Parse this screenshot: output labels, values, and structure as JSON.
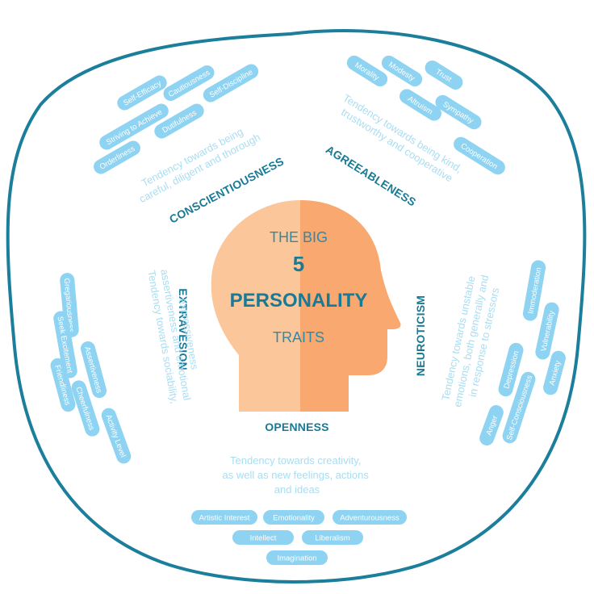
{
  "center": {
    "line1": "THE BIG",
    "line2": "5",
    "line3": "PERSONALITY",
    "line4": "TRAITS"
  },
  "colors": {
    "outline": "#1b7f9c",
    "title": "#187a96",
    "description": "#a9ddf2",
    "pill": "#8fd3f2",
    "head_light": "#fbc699",
    "head_dark": "#f9a86f"
  },
  "traits": {
    "conscientiousness": {
      "title": "CONSCIENTIOUSNESS",
      "description": [
        "Tendency towards being",
        "careful, diligent and thorough"
      ],
      "facets": [
        "Self-Efficacy",
        "Cautiousness",
        "Self-Discipline",
        "Striving to Achieve",
        "Dutifulness",
        "Orderliness"
      ]
    },
    "agreeableness": {
      "title": "AGREEABLENESS",
      "description": [
        "Tendency towards being kind,",
        "trustworthy and cooperative"
      ],
      "facets": [
        "Morality",
        "Modesty",
        "Trust",
        "Altruism",
        "Sympathy",
        "Cooperation"
      ]
    },
    "extravesion": {
      "title": "EXTRAVESION",
      "description": [
        "Tendency towards sociability,",
        "assertiveness and emotional",
        "expressiveness"
      ],
      "facets": [
        "Gregariousness",
        "Seek Excitement",
        "Friendliness",
        "Assertiveness",
        "Cheerfulness",
        "Activity Level"
      ]
    },
    "neuroticism": {
      "title": "NEUROTICISM",
      "description": [
        "Tendency towards unstable",
        "emotions, both generally and",
        "in response to stressors"
      ],
      "facets": [
        "Immoderation",
        "Vulnerability",
        "Depression",
        "Anxiety",
        "Self-Consciousness",
        "Anger"
      ]
    },
    "openness": {
      "title": "OPENNESS",
      "description": [
        "Tendency towards creativity,",
        "as well as new feelings, actions",
        "and ideas"
      ],
      "facets": [
        "Artistic Interest",
        "Emotionality",
        "Adventurousness",
        "Intellect",
        "Liberalism",
        "Imagination"
      ]
    }
  }
}
